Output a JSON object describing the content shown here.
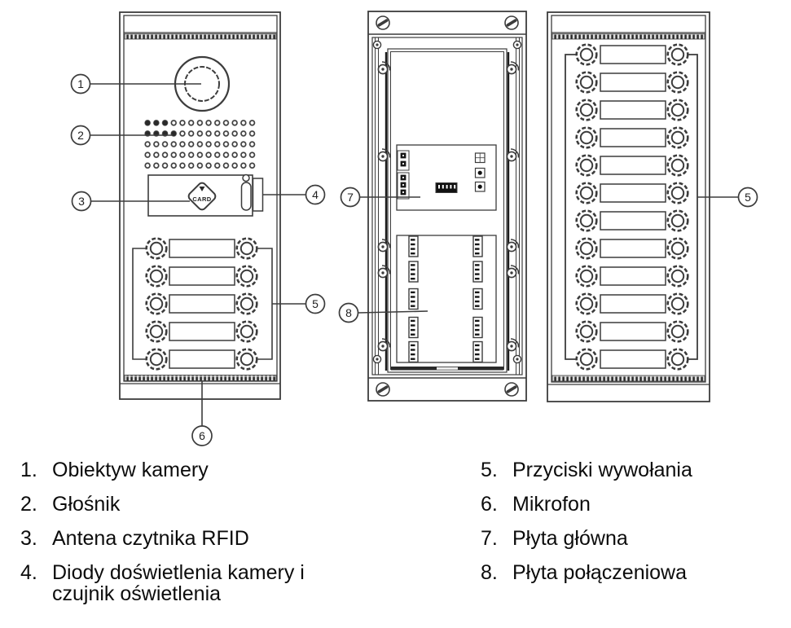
{
  "colors": {
    "line": "#3c3c3c",
    "dark_fill": "#1c1c1c",
    "background": "#ffffff",
    "text": "#0c0c0c"
  },
  "diagram": {
    "card_label": "CARD",
    "callouts": {
      "camera_lens": "1",
      "speaker": "2",
      "rfid_antenna": "3",
      "leds_sensor": "4",
      "call_buttons_small": "5",
      "microphone": "6",
      "main_board": "7",
      "connection_board": "8",
      "call_buttons_large": "5"
    }
  },
  "legend": {
    "left": [
      {
        "num": "1.",
        "text": "Obiektyw kamery"
      },
      {
        "num": "2.",
        "text": "Głośnik"
      },
      {
        "num": "3.",
        "text": "Antena czytnika RFID"
      },
      {
        "num": "4.",
        "text": "Diody doświetlenia kamery i czujnik oświetlenia"
      }
    ],
    "right": [
      {
        "num": "5.",
        "text": "Przyciski wywołania"
      },
      {
        "num": "6.",
        "text": "Mikrofon"
      },
      {
        "num": "7.",
        "text": "Płyta główna"
      },
      {
        "num": "8.",
        "text": "Płyta połączeniowa"
      }
    ]
  }
}
